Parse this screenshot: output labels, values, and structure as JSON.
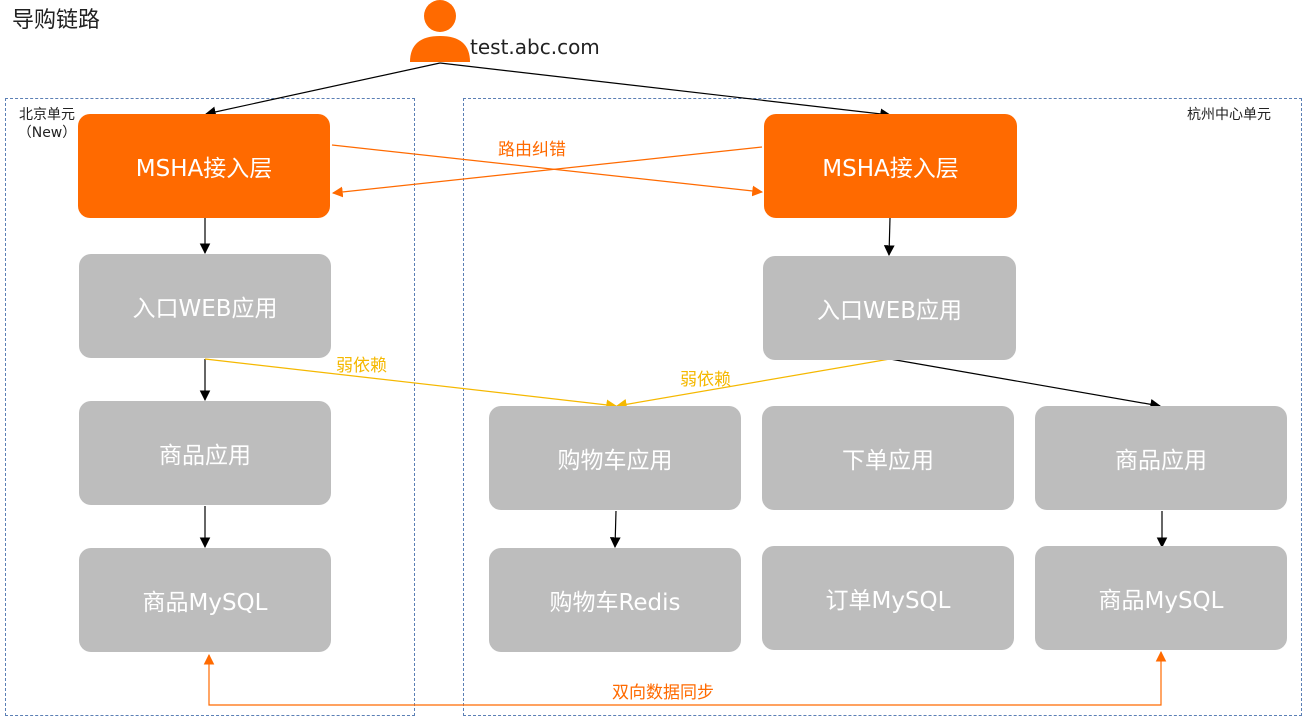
{
  "title": "导购链路",
  "user": {
    "domain": "test.abc.com",
    "icon": "person-icon",
    "color": "#ff6a00"
  },
  "regions": {
    "beijing": {
      "label_line1": "北京单元",
      "label_line2": "（New）"
    },
    "hangzhou": {
      "label": "杭州中心单元"
    }
  },
  "nodes": {
    "bj_msha": "MSHA接入层",
    "bj_web": "入口WEB应用",
    "bj_goods": "商品应用",
    "bj_mysql": "商品MySQL",
    "hz_msha": "MSHA接入层",
    "hz_web": "入口WEB应用",
    "hz_cart": "购物车应用",
    "hz_order": "下单应用",
    "hz_goods": "商品应用",
    "hz_redis": "购物车Redis",
    "hz_order_mysql": "订单MySQL",
    "hz_goods_mysql": "商品MySQL"
  },
  "edge_labels": {
    "route_correction": "路由纠错",
    "weak_dep_bj": "弱依赖",
    "weak_dep_hz": "弱依赖",
    "bidirectional_sync": "双向数据同步"
  },
  "colors": {
    "accent": "#ff6a00",
    "node_gray": "#bdbdbd",
    "weak_dependency": "#f5b800",
    "region_border": "#5b7fb5",
    "arrow": "#000000"
  }
}
